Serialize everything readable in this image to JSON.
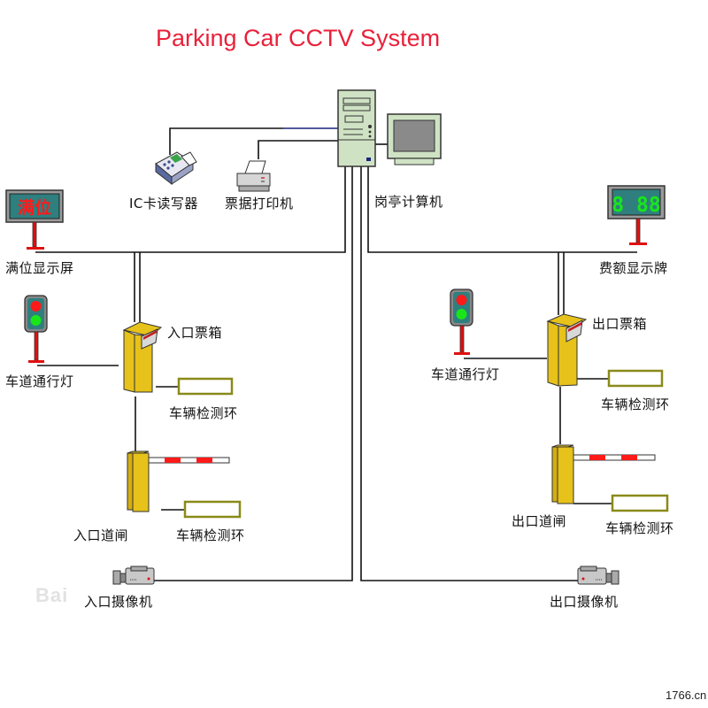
{
  "title": "Parking Car CCTV System",
  "watermark": "1766.cn",
  "baidu_watermark": "Bai",
  "colors": {
    "title": "#e8213a",
    "line": "#111111",
    "blue_line": "#1a237e",
    "booth_yellow": "#e6c21a",
    "computer_green": "#cfe3c4",
    "display_teal": "#2f7f7f",
    "red_light": "#ff1a1a",
    "green_light": "#19e619",
    "loop_border": "#8a8a1a",
    "pole_red": "#e01010"
  },
  "center": {
    "computer_label": "岗亭计算机",
    "card_reader_label": "IC卡读写器",
    "printer_label": "票据打印机"
  },
  "entrance": {
    "full_display_text": "满位",
    "full_display_label": "满位显示屏",
    "traffic_light_label": "车道通行灯",
    "ticket_box_label": "入口票箱",
    "loop1_label": "车辆检测环",
    "gate_label": "入口道闸",
    "loop2_label": "车辆检测环",
    "camera_label": "入口摄像机"
  },
  "exit": {
    "fee_display_text": "8 88",
    "fee_display_label": "费额显示牌",
    "traffic_light_label": "车道通行灯",
    "ticket_box_label": "出口票箱",
    "loop1_label": "车辆检测环",
    "gate_label": "出口道闸",
    "loop2_label": "车辆检测环",
    "camera_label": "出口摄像机"
  }
}
